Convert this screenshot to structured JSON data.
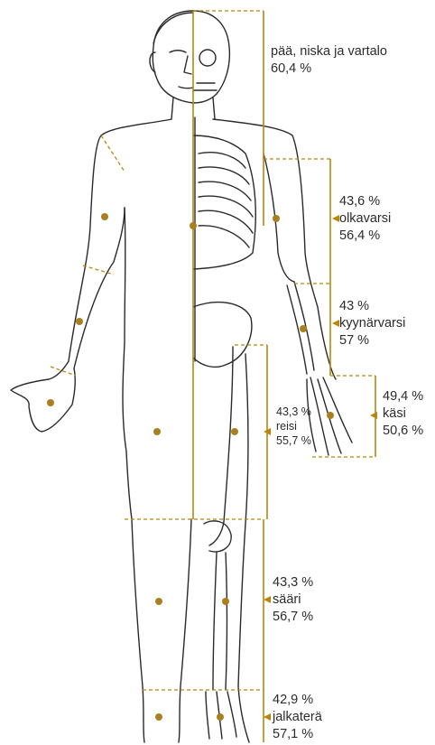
{
  "colors": {
    "outline": "#2a2a2a",
    "gold": "#b8860b",
    "dot": "#a9801f",
    "text": "#2b2b2b"
  },
  "segments": {
    "head_trunk": {
      "name": "pää, niska ja vartalo",
      "value": "60,4 %"
    },
    "upper_arm": {
      "top": "43,6 %",
      "name": "olkavarsi",
      "bottom": "56,4 %"
    },
    "forearm": {
      "top": "43 %",
      "name": "kyynärvarsi",
      "bottom": "57 %"
    },
    "hand": {
      "top": "49,4 %",
      "name": "käsi",
      "bottom": "50,6 %"
    },
    "thigh": {
      "top": "43,3 %",
      "name": "reisi",
      "bottom": "55,7 %"
    },
    "shank": {
      "top": "43,3 %",
      "name": "sääri",
      "bottom": "56,7 %"
    },
    "foot": {
      "top": "42,9 %",
      "name": "jalkaterä",
      "bottom": "57,1 %"
    }
  }
}
